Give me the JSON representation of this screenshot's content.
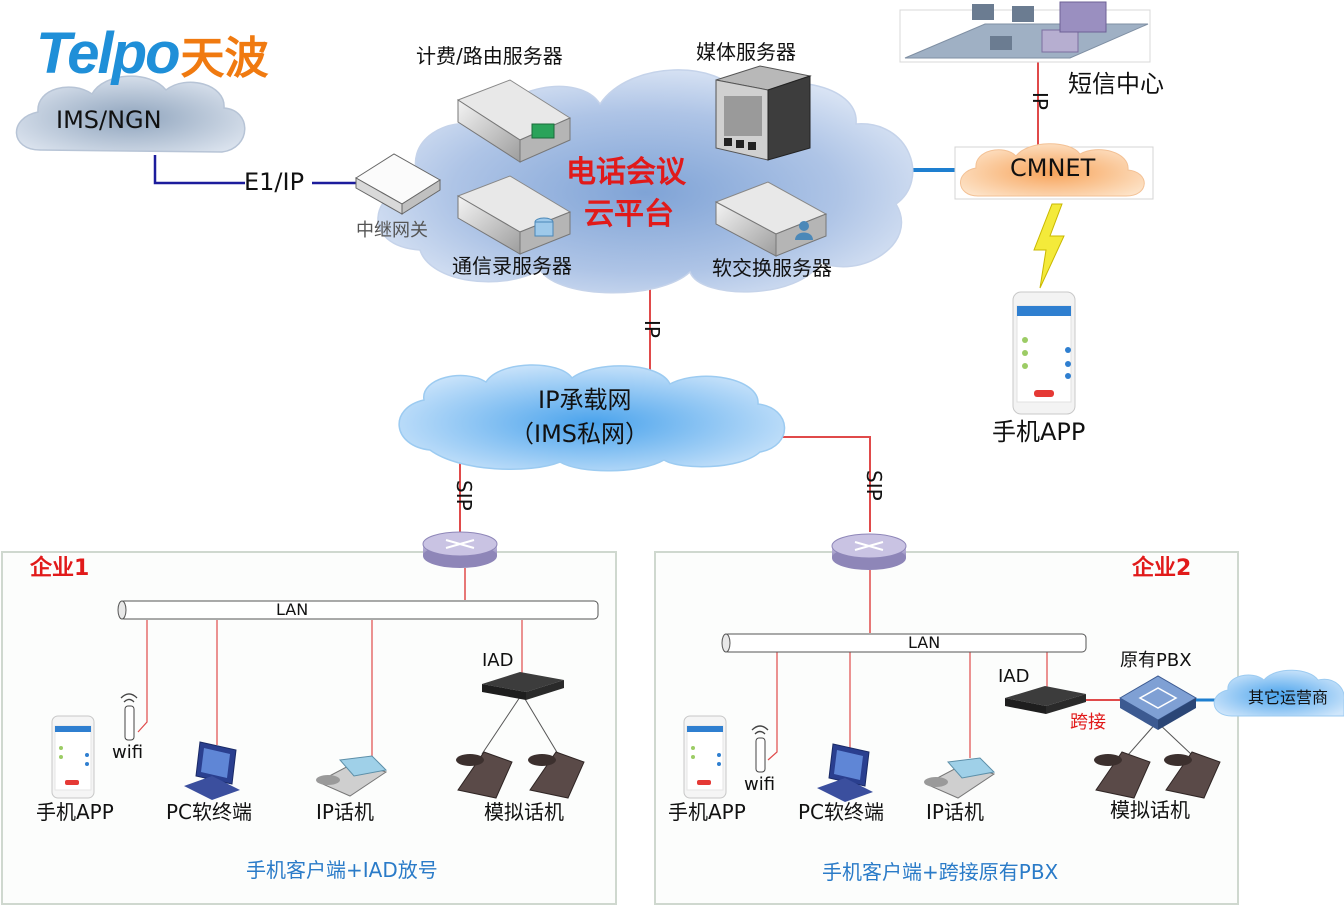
{
  "logo": {
    "en": "Telpo",
    "cn": "天波"
  },
  "clouds": {
    "ims_ngn": "IMS/NGN",
    "center_line1": "电话会议",
    "center_line2": "云平台",
    "cmnet": "CMNET",
    "ip_bearer_line1": "IP承载网",
    "ip_bearer_line2": "（IMS私网）",
    "other_carrier": "其它运营商"
  },
  "servers": {
    "billing": "计费/路由服务器",
    "media": "媒体服务器",
    "directory": "通信录服务器",
    "softswitch": "软交换服务器",
    "trunk_gateway": "中继网关"
  },
  "links": {
    "e1ip": "E1/IP",
    "ip_center": "IP",
    "ip_sms": "IP",
    "sip_left": "SIP",
    "sip_right": "SIP",
    "cross_connect": "跨接"
  },
  "sms_center": "短信中心",
  "mobile_app_top": "手机APP",
  "enterprise1": {
    "title": "企业1",
    "lan": "LAN",
    "iad": "IAD",
    "wifi": "wifi",
    "devices": [
      "手机APP",
      "PC软终端",
      "IP话机",
      "模拟话机"
    ],
    "note": "手机客户端+IAD放号"
  },
  "enterprise2": {
    "title": "企业2",
    "lan": "LAN",
    "iad": "IAD",
    "pbx": "原有PBX",
    "wifi": "wifi",
    "devices": [
      "手机APP",
      "PC软终端",
      "IP话机",
      "模拟话机"
    ],
    "note": "手机客户端+跨接原有PBX"
  },
  "colors": {
    "logo_blue": "#1f8fd8",
    "logo_orange": "#f07a10",
    "accent_red": "#e11a1a",
    "note_blue": "#2a7bc8",
    "link_red": "#e04a4a",
    "link_navy": "#1c1c9c"
  }
}
